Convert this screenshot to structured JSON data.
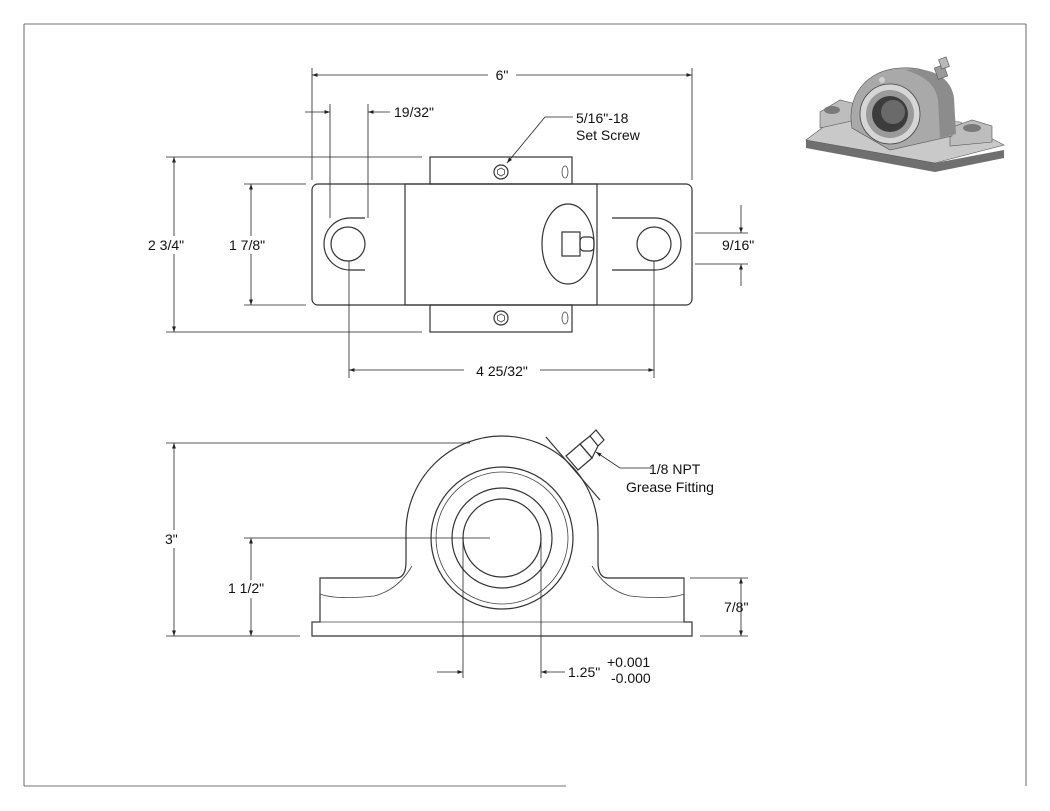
{
  "labels": {
    "overall_width": "6\"",
    "slot_offset": "19/32\"",
    "set_screw_line1": "5/16\"-18",
    "set_screw_line2": "Set Screw",
    "overall_depth": "2 3/4\"",
    "slot_spacing_depth": "1 7/8\"",
    "slot_width": "9/16\"",
    "bolt_center": "4 25/32\"",
    "overall_height": "3\"",
    "center_height": "1 1/2\"",
    "base_height": "7/8\"",
    "bore": "1.25\"",
    "tol_plus": "+0.001",
    "tol_minus": "-0.000",
    "grease_line1": "1/8 NPT",
    "grease_line2": "Grease Fitting"
  },
  "colors": {
    "line": "#333333",
    "iso_light": "#d9d9d9",
    "iso_mid": "#a8a8a8",
    "iso_dark": "#6f6f6f"
  }
}
